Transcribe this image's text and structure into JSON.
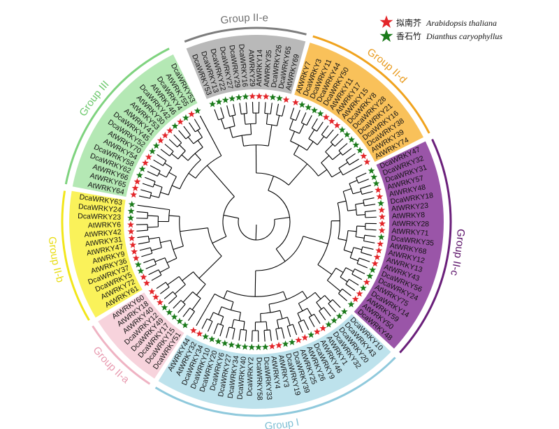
{
  "legend": [
    {
      "marker_color": "#e3262a",
      "cn": "拟南芥",
      "latin": "Arabidopsis thaliana"
    },
    {
      "marker_color": "#1a7a1a",
      "cn": "香石竹",
      "latin": "Dianthus caryophyllus"
    }
  ],
  "colors": {
    "at_star": "#e3262a",
    "dca_star": "#1a7a1a",
    "branch": "#000000"
  },
  "groups": [
    {
      "name": "Group II-e",
      "fill": "#b9b9b9",
      "line": "#7d7d7d",
      "text_color": "#6f6f6f",
      "leaves": [
        "DcaWRKY53",
        "DcaWRKY13",
        "DcaWRKY22",
        "DcaWRKY27",
        "DcaWRKY29",
        "DcaWRKY16",
        "AtWRKY29",
        "AtWRKY14",
        "AtWRKY35",
        "DcaWRKY26",
        "DcaWRKY65",
        "AtWRKY69"
      ]
    },
    {
      "name": "Group II-d",
      "fill": "#f9c15a",
      "line": "#f0a31e",
      "text_color": "#e89a1c",
      "leaves": [
        "AtWRKY7",
        "DcaWRKY3",
        "DcaWRKY11",
        "DcaWRKY44",
        "DcaWRKY50",
        "AtWRKY11",
        "AtWRKY17",
        "AtWRKY15",
        "DcaWRKY8",
        "DcaWRKY28",
        "DcaWRKY21",
        "DcaWRKY16",
        "DcaWRKY38",
        "AtWRKY39",
        "AtWRKY74"
      ]
    },
    {
      "name": "Group II-c",
      "fill": "#9a55a8",
      "line": "#6a1f7a",
      "text_color": "#5a1068",
      "leaves": [
        "DcaWRKY47",
        "DcaWRKY32",
        "DcaWRKY31",
        "AtWRKY57",
        "AtWRKY48",
        "DcaWRKY18",
        "AtWRKY23",
        "AtWRKY8",
        "AtWRKY28",
        "AtWRKY71",
        "DcaWRKY35",
        "AtWRKY68",
        "AtWRKY12",
        "AtWRKY13",
        "AtWRKY43",
        "DcaWRKY56",
        "DcaWRKY24",
        "AtWRKY75",
        "DcaWRKY14",
        "AtWRKY59",
        "AtWRKY50",
        "DcaWRKY48"
      ]
    },
    {
      "name": "Group I",
      "fill": "#bde2ec",
      "line": "#8fc9dc",
      "text_color": "#7fbfd4",
      "leaves": [
        "DcaWRKY10",
        "DcaWRKY43",
        "DcaWRKY20",
        "DcaWRKY32",
        "AtWRKY1",
        "AtWRKY46",
        "DcaWRKY9",
        "AtWRKY26",
        "AtWRKY25",
        "DcaWRKY39",
        "DcaWRKY19",
        "AtWRKY3",
        "AtWRKY4",
        "DcaWRKY33",
        "DcaWRKY58",
        "DcaWRKY2",
        "DcaWRKY40",
        "DcaWRKY34",
        "DcaWRKY27",
        "DcaWRKY6",
        "DcaWRKY20",
        "DcaWRKY10",
        "DcaWRKY34",
        "AtWRKY32",
        "AtWRKY44"
      ]
    },
    {
      "name": "Group II-a",
      "fill": "#f7d3dc",
      "line": "#efb3c3",
      "text_color": "#e89bb0",
      "leaves": [
        "DcaWRKY51",
        "DcaWRKY15",
        "DcaWRKY17",
        "DcaWRKY49",
        "DcaWRKY12",
        "AtWRKY40",
        "AtWRKY18",
        "AtWRKY60"
      ]
    },
    {
      "name": "Group II-b",
      "fill": "#faf25a",
      "line": "#f2e61a",
      "text_color": "#e8dc10",
      "leaves": [
        "AtWRKY61",
        "AtWRKY72",
        "DcaWRKY5",
        "DcaWRKY37",
        "AtWRKY36",
        "AtWRKY9",
        "AtWRKY47",
        "AtWRKY31",
        "AtWRKY42",
        "AtWRKY6",
        "DcaWRKY23",
        "DcaWRKY24",
        "DcaWRKY63"
      ]
    },
    {
      "name": "Group III",
      "fill": "#b4e8b4",
      "line": "#7fd37f",
      "text_color": "#6cc86c",
      "leaves": [
        "AtWRKY64",
        "AtWRKY65",
        "AtWRKY66",
        "DcaWRKY62",
        "DcaWRKY58",
        "AtWRKY54",
        "AtWRKY70",
        "DcaWRKY52",
        "DcaWRKY45",
        "AtWRKY41",
        "AtWRKY53",
        "AtWRKY30",
        "DcaWRKY42",
        "AtWRKY46",
        "DcaWRKY4",
        "AtWRKY55",
        "DcaWRKY53"
      ]
    }
  ]
}
